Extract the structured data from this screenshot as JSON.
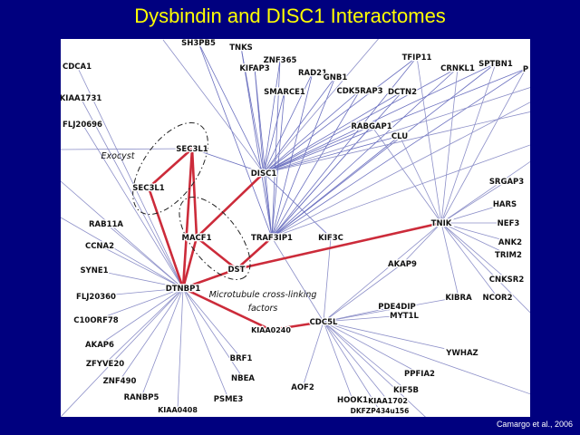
{
  "title": "Dysbindin and DISC1 Interactomes",
  "citation": "Camargo et al., 2006",
  "colors": {
    "background": "#00007f",
    "title": "#ffff00",
    "panel": "#ffffff",
    "edge": "#8c8fc8",
    "key_edge": "#cc2b3a",
    "hub_edge": "#6a6fbf"
  },
  "nodes": [
    {
      "id": "CDCA1",
      "label": "CDCA1"
    },
    {
      "id": "KIAA1731",
      "label": "KIAA1731"
    },
    {
      "id": "FLJ20696",
      "label": "FLJ20696"
    },
    {
      "id": "SH3PB5",
      "label": "SH3PB5"
    },
    {
      "id": "TNKS",
      "label": "TNKS"
    },
    {
      "id": "ZNF365",
      "label": "ZNF365"
    },
    {
      "id": "KIFAP3",
      "label": "KIFAP3"
    },
    {
      "id": "RAD21",
      "label": "RAD21"
    },
    {
      "id": "GNB1",
      "label": "GNB1"
    },
    {
      "id": "TFIP11",
      "label": "TFIP11"
    },
    {
      "id": "CRNKL1",
      "label": "CRNKL1"
    },
    {
      "id": "SPTBN1",
      "label": "SPTBN1"
    },
    {
      "id": "P",
      "label": "P"
    },
    {
      "id": "SMARCE1",
      "label": "SMARCE1"
    },
    {
      "id": "CDK5RAP3",
      "label": "CDK5RAP3"
    },
    {
      "id": "DCTN2",
      "label": "DCTN2"
    },
    {
      "id": "RABGAP1",
      "label": "RABGAP1"
    },
    {
      "id": "CLU",
      "label": "CLU"
    },
    {
      "id": "SEC3L1a",
      "label": "SEC3L1"
    },
    {
      "id": "SEC3L1b",
      "label": "SEC3L1"
    },
    {
      "id": "DISC1",
      "label": "DISC1"
    },
    {
      "id": "SRGAP3",
      "label": "SRGAP3"
    },
    {
      "id": "HARS",
      "label": "HARS"
    },
    {
      "id": "NEF3",
      "label": "NEF3"
    },
    {
      "id": "ANK2",
      "label": "ANK2"
    },
    {
      "id": "TRIM2",
      "label": "TRIM2"
    },
    {
      "id": "CNKSR2",
      "label": "CNKSR2"
    },
    {
      "id": "NCOR2",
      "label": "NCOR2"
    },
    {
      "id": "TNIK",
      "label": "TNIK"
    },
    {
      "id": "RAB11A",
      "label": "RAB11A"
    },
    {
      "id": "CCNA2",
      "label": "CCNA2"
    },
    {
      "id": "MACF1",
      "label": "MACF1"
    },
    {
      "id": "TRAF3IP1",
      "label": "TRAF3IP1"
    },
    {
      "id": "KIF3C",
      "label": "KIF3C"
    },
    {
      "id": "AKAP9",
      "label": "AKAP9"
    },
    {
      "id": "SYNE1",
      "label": "SYNE1"
    },
    {
      "id": "DST",
      "label": "DST"
    },
    {
      "id": "DTNBP1",
      "label": "DTNBP1"
    },
    {
      "id": "FLJ20360",
      "label": "FLJ20360"
    },
    {
      "id": "C10ORF78",
      "label": "C10ORF78"
    },
    {
      "id": "AKAP6",
      "label": "AKAP6"
    },
    {
      "id": "ZFYVE20",
      "label": "ZFYVE20"
    },
    {
      "id": "ZNF490",
      "label": "ZNF490"
    },
    {
      "id": "RANBP5",
      "label": "RANBP5"
    },
    {
      "id": "KIAA0408",
      "label": "KIAA0408"
    },
    {
      "id": "PSME3",
      "label": "PSME3"
    },
    {
      "id": "NBEA",
      "label": "NBEA"
    },
    {
      "id": "BRF1",
      "label": "BRF1"
    },
    {
      "id": "KIAA0240",
      "label": "KIAA0240"
    },
    {
      "id": "CDC5L",
      "label": "CDC5L"
    },
    {
      "id": "PDE4DIP",
      "label": "PDE4DIP"
    },
    {
      "id": "MYT1L",
      "label": "MYT1L"
    },
    {
      "id": "KIBRA",
      "label": "KIBRA"
    },
    {
      "id": "YWHAZ",
      "label": "YWHAZ"
    },
    {
      "id": "PPFIA2",
      "label": "PPFIA2"
    },
    {
      "id": "KIF5B",
      "label": "KIF5B"
    },
    {
      "id": "AOF2",
      "label": "AOF2"
    },
    {
      "id": "HOOK1",
      "label": "HOOK1"
    },
    {
      "id": "KIAA1702",
      "label": "KIAA1702"
    },
    {
      "id": "DKFZP434O156",
      "label": "DKFZP434u156"
    }
  ],
  "key_edges": [
    [
      "SEC3L1a",
      "SEC3L1b"
    ],
    [
      "SEC3L1a",
      "MACF1"
    ],
    [
      "SEC3L1a",
      "DTNBP1"
    ],
    [
      "SEC3L1b",
      "DTNBP1"
    ],
    [
      "DISC1",
      "MACF1"
    ],
    [
      "MACF1",
      "DTNBP1"
    ],
    [
      "MACF1",
      "DST"
    ],
    [
      "TRAF3IP1",
      "DST"
    ],
    [
      "DST",
      "DTNBP1"
    ],
    [
      "DST",
      "TNIK"
    ],
    [
      "DTNBP1",
      "KIAA0240"
    ],
    [
      "KIAA0240",
      "CDC5L"
    ]
  ],
  "groups": [
    {
      "id": "exocyst",
      "label": "Exocyst"
    },
    {
      "id": "microtubule",
      "label": "Microtubule cross-linking factors"
    }
  ]
}
